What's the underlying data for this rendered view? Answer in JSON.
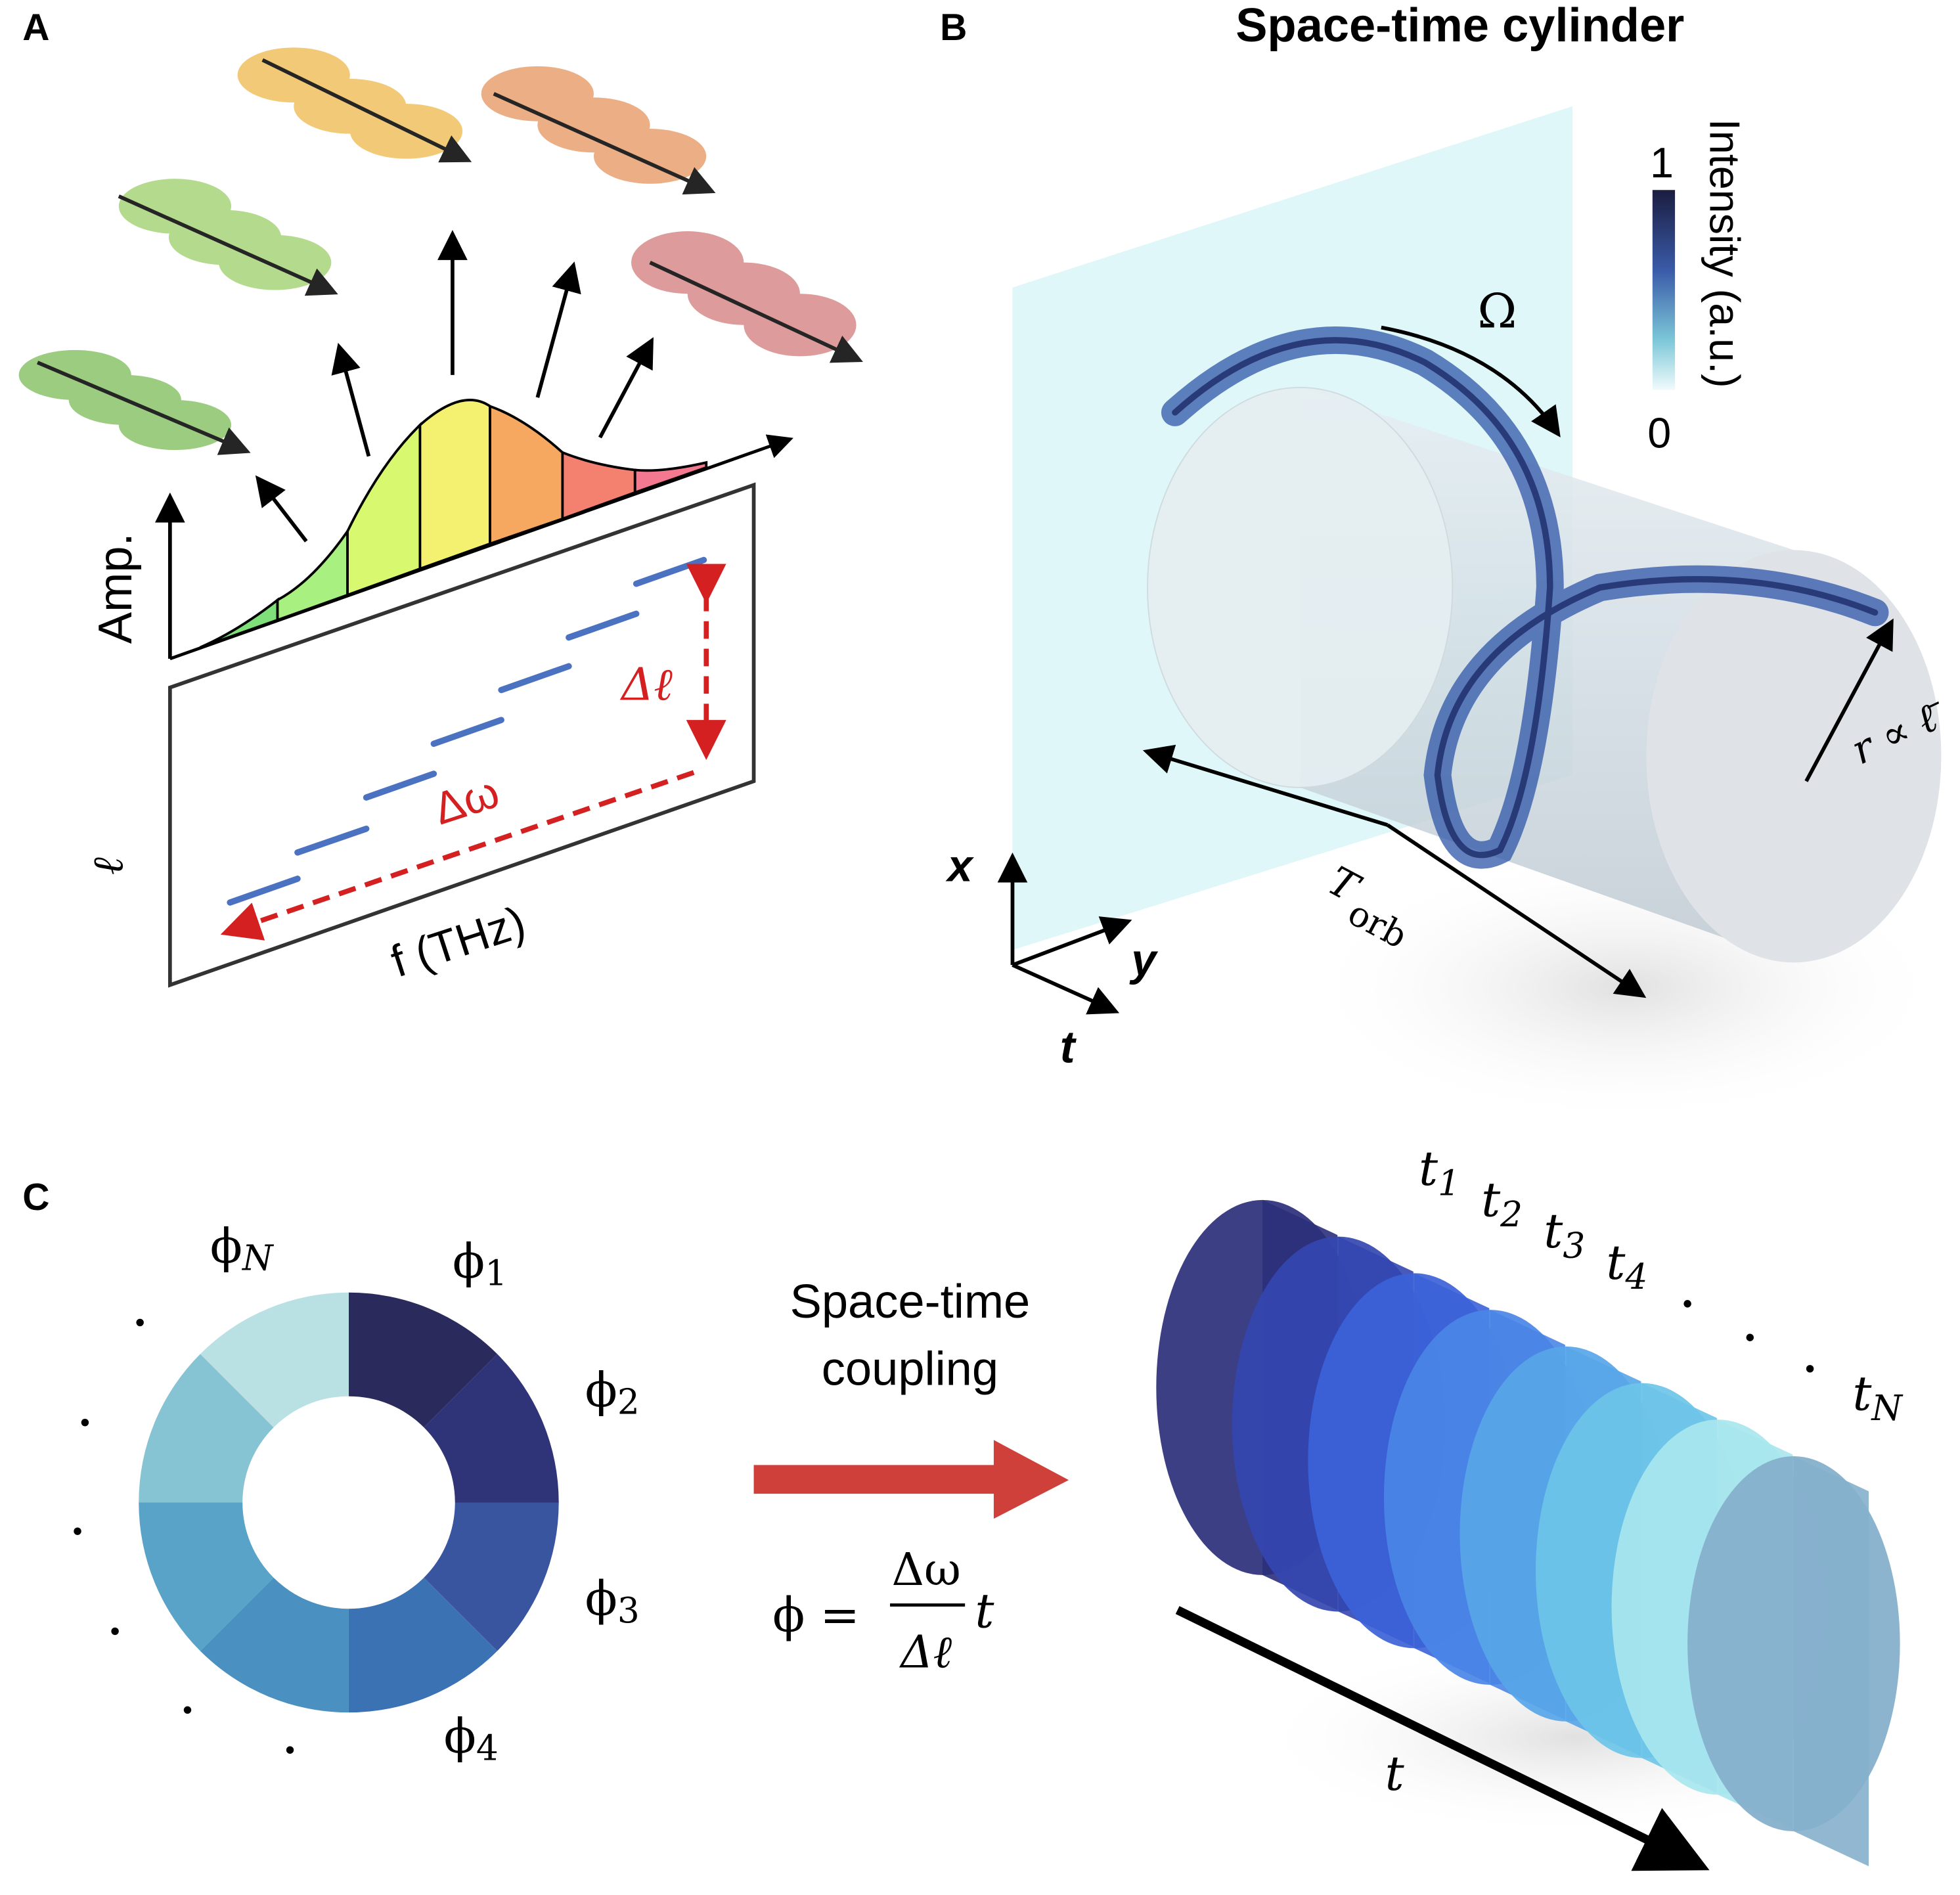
{
  "panels": {
    "a": {
      "label": "A",
      "y_axis_top": "Amp.",
      "y_axis_bottom": "ℓ",
      "x_axis": "f (THz)",
      "delta_omega": "Δω",
      "delta_l": "Δℓ"
    },
    "b": {
      "label": "B",
      "title": "Space-time cylinder",
      "colorbar_label": "Intensity (a.u.)",
      "colorbar_max": "1",
      "colorbar_min": "0",
      "omega": "Ω",
      "radius": "r ∝ ℓ̄",
      "period_main": "T",
      "period_sub": "orb",
      "axis_x": "x",
      "axis_y": "y",
      "axis_t": "t"
    },
    "c": {
      "label": "C",
      "phases": [
        {
          "base": "ϕ",
          "sub": "1"
        },
        {
          "base": "ϕ",
          "sub": "2"
        },
        {
          "base": "ϕ",
          "sub": "3"
        },
        {
          "base": "ϕ",
          "sub": "4"
        },
        {
          "base": "ϕ",
          "sub": "N"
        }
      ],
      "coupling_line1": "Space-time",
      "coupling_line2": "coupling",
      "eq_lhs": "ϕ =",
      "eq_num": "Δω",
      "eq_den": "Δℓ",
      "eq_t": "t",
      "times": [
        {
          "base": "t",
          "sub": "1"
        },
        {
          "base": "t",
          "sub": "2"
        },
        {
          "base": "t",
          "sub": "3"
        },
        {
          "base": "t",
          "sub": "4"
        },
        {
          "base": "t",
          "sub": "N"
        }
      ],
      "time_axis": "t"
    }
  },
  "colors": {
    "red": "#d42020",
    "blue_dash": "#4a72c0",
    "arrow_red": "#d0403a",
    "plane": "#dff7f8"
  }
}
